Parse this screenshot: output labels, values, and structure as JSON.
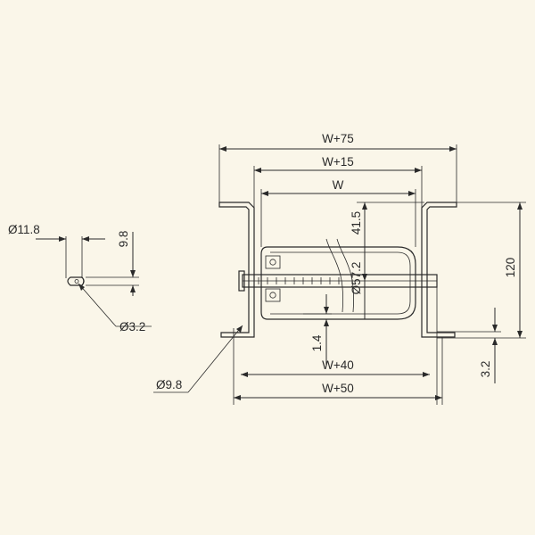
{
  "dimensions": {
    "w75": "W+75",
    "w15": "W+15",
    "w": "W",
    "h41_5": "41.5",
    "d57_2": "Ø57.2",
    "h120": "120",
    "h1_4": "1.4",
    "w40": "W+40",
    "w50": "W+50",
    "h3_2": "3.2",
    "d9_8": "Ø9.8",
    "d11_8": "Ø11.8",
    "h9_8": "9.8",
    "d3_2": "Ø3.2"
  }
}
